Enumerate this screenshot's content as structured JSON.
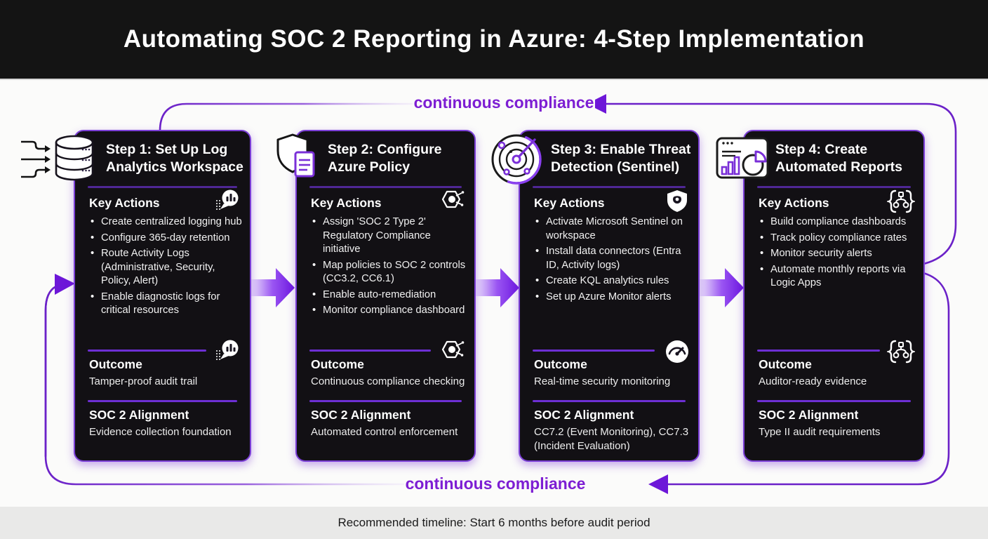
{
  "header": {
    "title": "Automating SOC 2 Reporting in Azure: 4-Step Implementation"
  },
  "loop": {
    "top_label": "continuous compliance",
    "bottom_label": "continuous compliance"
  },
  "labels": {
    "key_actions": "Key Actions",
    "outcome": "Outcome",
    "alignment": "SOC 2 Alignment"
  },
  "steps": [
    {
      "title": "Step 1: Set Up Log Analytics Workspace",
      "icon": "database-log-sources-icon",
      "corner_icon": "chart-bubble-icon",
      "key_actions": [
        "Create centralized logging hub",
        "Configure 365-day retention",
        "Route Activity Logs (Administrative, Security, Policy, Alert)",
        "Enable diagnostic logs for critical resources"
      ],
      "outcome": "Tamper-proof audit trail",
      "alignment": "Evidence collection foundation"
    },
    {
      "title": "Step 2: Configure Azure Policy",
      "icon": "shield-document-icon",
      "corner_icon": "policy-hexagon-icon",
      "key_actions": [
        "Assign 'SOC 2 Type 2' Regulatory Compliance initiative",
        "Map policies to SOC 2 controls (CC3.2, CC6.1)",
        "Enable auto-remediation",
        "Monitor compliance dashboard"
      ],
      "outcome": "Continuous compliance checking",
      "alignment": "Automated control enforcement"
    },
    {
      "title": "Step 3: Enable Threat Detection (Sentinel)",
      "icon": "radar-icon",
      "corner_icon_top": "shield-eye-icon",
      "corner_icon_bottom": "gauge-icon",
      "key_actions": [
        "Activate Microsoft Sentinel on workspace",
        "Install data connectors (Entra ID, Activity logs)",
        "Create KQL analytics rules",
        "Set up Azure Monitor alerts"
      ],
      "outcome": "Real-time security monitoring",
      "alignment": "CC7.2 (Event Monitoring), CC7.3 (Incident Evaluation)"
    },
    {
      "title": "Step 4: Create Automated Reports",
      "icon": "report-window-icon",
      "corner_icon": "logic-apps-braces-icon",
      "key_actions": [
        "Build compliance dashboards",
        "Track policy compliance rates",
        "Monitor security alerts",
        "Automate monthly reports via Logic Apps"
      ],
      "outcome": "Auditor-ready evidence",
      "alignment": "Type II audit requirements"
    }
  ],
  "footer": {
    "text": "Recommended timeline: Start 6 months before audit period"
  },
  "colors": {
    "accent_purple": "#7d1ed3",
    "card_border": "#7b3fd6",
    "card_bg": "#121014",
    "header_bg": "#141414",
    "footer_bg": "#e9e9e8",
    "arrow_purple": "#6d17e0"
  }
}
